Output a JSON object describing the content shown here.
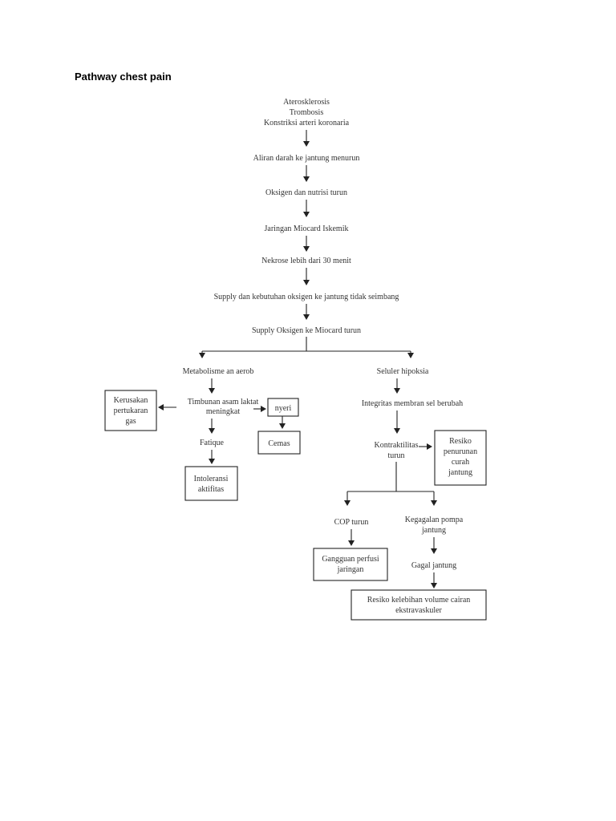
{
  "page_title": "Pathway chest pain",
  "nodes": {
    "n1a": "Aterosklerosis",
    "n1b": "Trombosis",
    "n1c": "Konstriksi arteri koronaria",
    "n2": "Aliran darah ke jantung menurun",
    "n3": "Oksigen dan nutrisi turun",
    "n4": "Jaringan Miocard Iskemik",
    "n5": "Nekrose lebih dari 30 menit",
    "n6": "Supply dan kebutuhan oksigen ke jantung tidak seimbang",
    "n7": "Supply Oksigen ke Miocard turun",
    "metabolisme": "Metabolisme an aerob",
    "timbunan_a": "Timbunan asam laktat",
    "timbunan_b": "meningkat",
    "kerusakan_a": "Kerusakan",
    "kerusakan_b": "pertukaran",
    "kerusakan_c": "gas",
    "nyeri": "nyeri",
    "fatique": "Fatique",
    "cemas": "Cemas",
    "intoleransi_a": "Intoleransi",
    "intoleransi_b": "aktifitas",
    "seluler": "Seluler hipoksia",
    "integritas": "Integritas membran sel berubah",
    "kontraktilitas_a": "Kontraktilitas",
    "kontraktilitas_b": "turun",
    "resiko_a": "Resiko",
    "resiko_b": "penurunan",
    "resiko_c": "curah",
    "resiko_d": "jantung",
    "cop": "COP turun",
    "kegagalan_a": "Kegagalan pompa",
    "kegagalan_b": "jantung",
    "gangguan_a": "Gangguan perfusi",
    "gangguan_b": "jaringan",
    "gagal": "Gagal jantung",
    "kelebihan_a": "Resiko kelebihan volume cairan",
    "kelebihan_b": "ekstravaskuler"
  }
}
